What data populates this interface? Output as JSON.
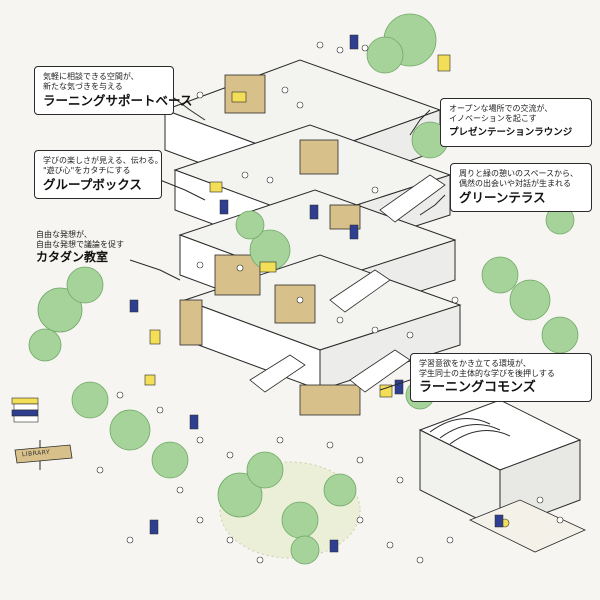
{
  "callouts": {
    "learning_support": {
      "subtitle_line1": "気軽に相談できる空間が、",
      "subtitle_line2": "新たな気づきを与える",
      "title": "ラーニングサポートベース"
    },
    "presentation": {
      "subtitle_line1": "オープンな場所での交流が、",
      "subtitle_line2": "イノベーションを起こす",
      "title": "プレゼンテーションラウンジ"
    },
    "group_box": {
      "subtitle_line1": "学びの楽しさが見える、伝わる。",
      "subtitle_line2": "\"遊び心\"をカタチにする",
      "title": "グループボックス"
    },
    "green_terrace": {
      "subtitle_line1": "周りと緑の憩いのスペースから、",
      "subtitle_line2": "偶然の出会いや対話が生まれる",
      "title": "グリーンテラス"
    },
    "katadan": {
      "subtitle_line1": "自由な発想が、",
      "subtitle_line2": "自由な発想で議論を促す",
      "title": "カタダン教室"
    },
    "learning_commons": {
      "subtitle_line1": "学習意欲をかき立てる環境が、",
      "subtitle_line2": "学生同士の主体的な学びを後押しする",
      "title": "ラーニングコモンズ"
    }
  },
  "signs": {
    "library": "LIBRARY"
  },
  "colors": {
    "background": "#f6f5f1",
    "tree_green": "#a6d39a",
    "accent_yellow": "#f2de57",
    "wood_tan": "#d7c089",
    "navy": "#2e3f8f",
    "line": "#2b2b2b"
  }
}
